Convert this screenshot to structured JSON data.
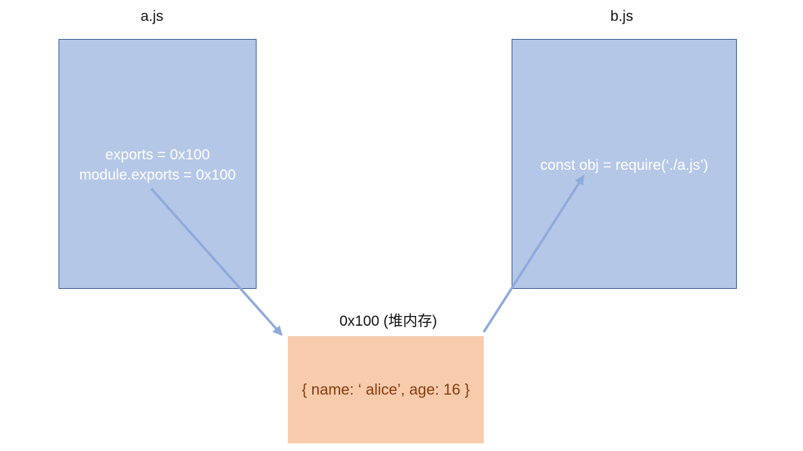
{
  "module_a": {
    "filename": "a.js",
    "lines": [
      "exports = 0x100",
      "module.exports = 0x100"
    ]
  },
  "module_b": {
    "filename": "b.js",
    "code": "const obj = require(‘./a.js’)"
  },
  "heap": {
    "label": "0x100 (堆内存)",
    "content": "{ name: ‘ alice’, age: 16 }"
  },
  "colors": {
    "module_fill": "#b4c7e7",
    "module_border": "#2f528f",
    "heap_fill": "#f8cbad",
    "heap_text": "#843c0c",
    "arrow": "#8faadc"
  }
}
